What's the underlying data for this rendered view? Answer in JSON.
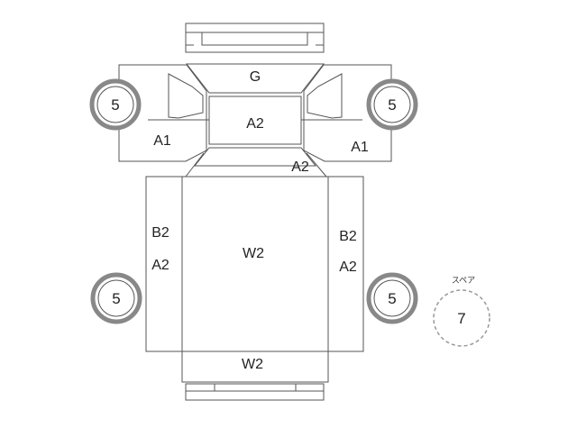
{
  "diagram": {
    "panel_labels": {
      "grille": "G",
      "hood": "A2",
      "fender_left": "A1",
      "fender_right": "A1",
      "roof_front": "A2",
      "side_left_upper": "B2",
      "side_left_lower": "A2",
      "roof": "W2",
      "side_right_upper": "B2",
      "side_right_lower": "A2",
      "rear_panel": "W2"
    },
    "tires": {
      "front_left": "5",
      "front_right": "5",
      "rear_left": "5",
      "rear_right": "5"
    },
    "spare": {
      "caption": "スペア",
      "value": "7"
    }
  },
  "colors": {
    "outline": "#555555",
    "tire_ring": "#888888",
    "spare_dash": "#999999",
    "text": "#222222"
  }
}
